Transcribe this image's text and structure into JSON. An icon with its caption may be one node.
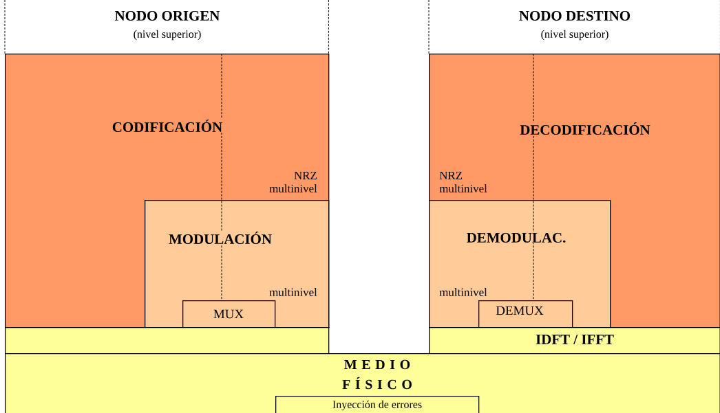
{
  "diagram": {
    "nodes": [
      {
        "text": [
          "NODO ORIGEN",
          "(nivel superior)"
        ]
      },
      {
        "text": [
          "NODO DESTINO",
          "(nivel superior)"
        ]
      },
      {
        "text": [
          "CODIFICACIÓN",
          "NRZ multinivel"
        ]
      },
      {
        "text": [
          "MODULACIÓN",
          "multinivel"
        ],
        "in": 2
      },
      {
        "text": [
          "MUX"
        ],
        "in": 3
      },
      {
        "text": [],
        "shape": "box"
      },
      {
        "text": [
          "DECODIFICACIÓN",
          "NRZ multinivel"
        ]
      },
      {
        "text": [
          "DEMODULAC.",
          "multinivel"
        ],
        "in": 6
      },
      {
        "text": [
          "DEMUX"
        ],
        "in": 7
      },
      {
        "text": [
          "IDFT / IFFT"
        ]
      },
      {
        "text": [
          "M E D I O F Í S I C O"
        ]
      },
      {
        "text": [
          "Inyección de errores"
        ],
        "in": 10
      }
    ],
    "edges": [
      {
        "from": 0,
        "to": 4,
        "arrow": "none",
        "style": "dashed"
      },
      {
        "from": 1,
        "to": 8,
        "arrow": "none",
        "style": "dashed"
      }
    ]
  }
}
